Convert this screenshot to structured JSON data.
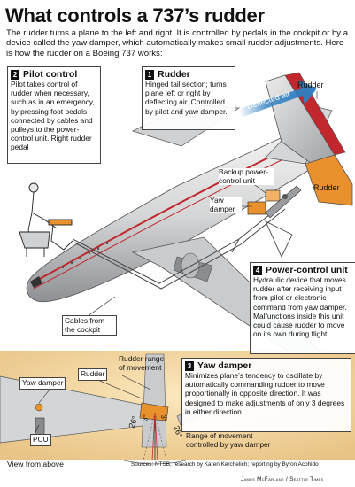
{
  "header": {
    "title": "What controls a 737’s rudder",
    "subtitle": "The rudder turns a plane to the left and right. It is controlled by pedals in the cockpit or by a device called the yaw damper, which automatically makes small rudder adjustments. Here is how the rudder on a Boeing 737 works:"
  },
  "callouts": {
    "pilot": {
      "num": "2",
      "title": "Pilot control",
      "text": "Pilot takes control of rudder when necessary, such as in an emergency, by pressing foot pedals connected by cables and pulleys to the power-control unit. Right rudder pedal"
    },
    "rudder": {
      "num": "1",
      "title": "Rudder",
      "text": "Hinged tail section; turns plane left or right by deflecting air. Controlled by pilot and yaw damper."
    },
    "pcu": {
      "num": "4",
      "title": "Power-control unit",
      "text": "Hydraulic device that moves rudder after receiving input from pilot or electronic command from yaw damper. Malfunctions inside this unit could cause rudder to move on its own during flight."
    },
    "yaw": {
      "num": "3",
      "title": "Yaw damper",
      "text": "Minimizes plane’s tendency to oscillate by automatically commanding  rudder to move proportionally in opposite direction. It was designed to make adjustments of only 3 degrees in either direction."
    }
  },
  "labels": {
    "rudder_top": "Rudder",
    "deflected_air": "Deflected air",
    "rudder_tail": "Rudder",
    "backup_pcu": "Backup power-control unit",
    "yaw_damper_main": "Yaw damper",
    "cables": "Cables from the cockpit",
    "inset_yaw_damper": "Yaw damper",
    "inset_rudder": "Rudder",
    "inset_pcu": "PCU",
    "rudder_range": "Rudder range of movement",
    "angle_left": "26°",
    "angle_right": "26°",
    "small_left": "3°",
    "small_right": "3°",
    "range_yaw": "Range of movement controlled by yaw damper",
    "view_from_above": "View from above"
  },
  "footer": {
    "sources": "Sources: NTSB; research by Karen Kerchelich; reporting by Byron Acohido",
    "credit": "James McFarlane / Seattle Times"
  },
  "colors": {
    "accent_blue": "#2f7fc0",
    "fuselage": "#d9dadb",
    "stripe": "#c1272d",
    "hydraulic_orange": "#e8912d",
    "inset_background": "#f2d9a6"
  }
}
